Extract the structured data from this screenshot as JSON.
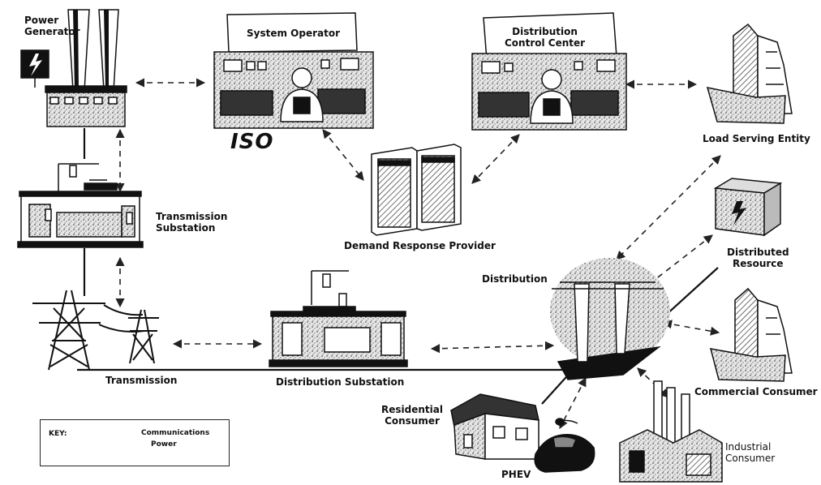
{
  "labels": {
    "power_generator": "Power\nGenerator",
    "system_operator": "System Operator",
    "iso": "ISO",
    "distribution_control_center": "Distribution\nControl Center",
    "load_serving_entity": "Load Serving Entity",
    "transmission_substation": "Transmission\nSubstation",
    "demand_response_provider": "Demand Response Provider",
    "distributed_resource": "Distributed\nResource",
    "distribution": "Distribution",
    "transmission": "Transmission",
    "distribution_substation": "Distribution Substation",
    "commercial_consumer": "Commercial Consumer",
    "residential_consumer": "Residential\nConsumer",
    "phev": "PHEV",
    "industrial_consumer": "Industrial\nConsumer"
  },
  "key": {
    "title": "KEY:",
    "communications": "Communications",
    "power": "Power"
  }
}
